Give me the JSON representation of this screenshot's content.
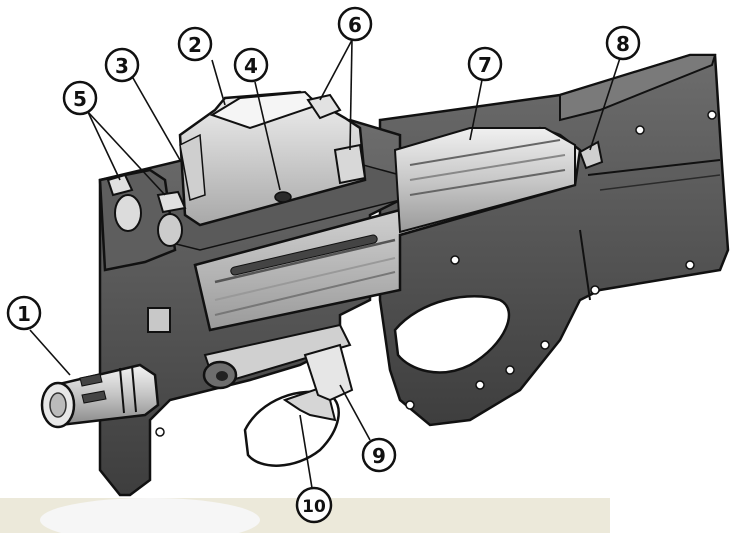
{
  "diagram": {
    "callouts": [
      {
        "number": "1"
      },
      {
        "number": "2"
      },
      {
        "number": "3"
      },
      {
        "number": "4"
      },
      {
        "number": "5"
      },
      {
        "number": "6"
      },
      {
        "number": "7"
      },
      {
        "number": "8"
      },
      {
        "number": "9"
      },
      {
        "number": "10"
      }
    ]
  },
  "colors": {
    "body_dark": "#4a4a4a",
    "body_mid": "#6a6a6a",
    "body_light": "#bdbdbd",
    "highlight": "#e6e6e6",
    "outline": "#111111",
    "paper": "#ffffff",
    "bottom_strip": "#ece9da"
  }
}
